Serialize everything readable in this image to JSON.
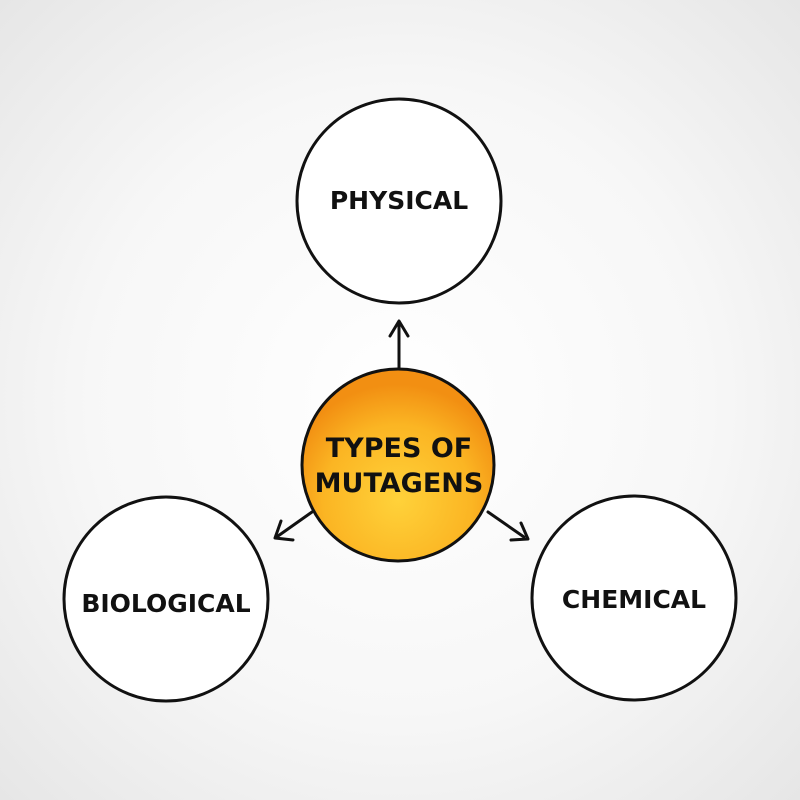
{
  "center": {
    "label_line1": "TYPES OF",
    "label_line2": "MUTAGENS",
    "fill_color": "#f7a21b",
    "highlight_color": "#ffd23a"
  },
  "nodes": {
    "physical": {
      "label": "PHYSICAL"
    },
    "biological": {
      "label": "BIOLOGICAL"
    },
    "chemical": {
      "label": "CHEMICAL"
    }
  },
  "colors": {
    "stroke": "#111111",
    "node_fill": "#ffffff"
  }
}
